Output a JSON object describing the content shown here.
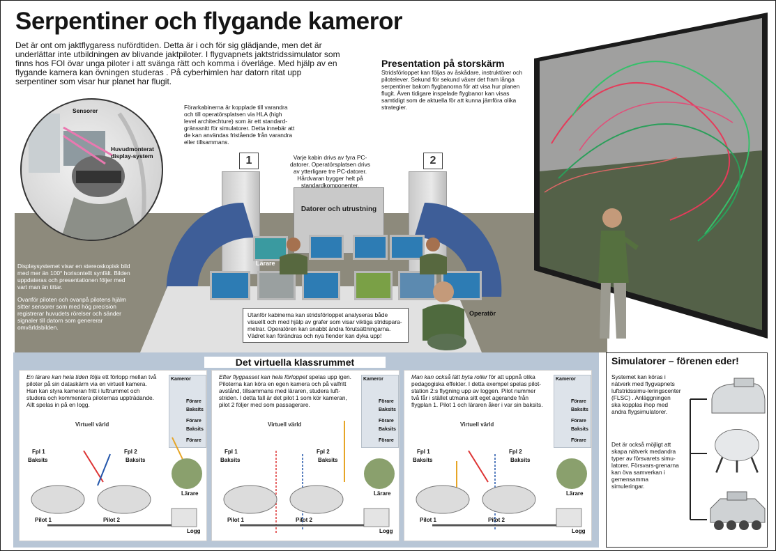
{
  "title": "Serpentiner och flygande kameror",
  "intro": "Det är ont om jaktflygaress nufördtiden. Detta är i och för sig glädjande, men det är underlättar inte utbildningen av blivande jaktpiloter. I flygvapnets jaktstridssimulator som finns hos FOI övar unga piloter i att svänga rätt och komma i överläge. Med hjälp av en flygande kamera kan övningen studeras . På cyberhimlen har datorn ritat upp serpentiner som visar hur planet har flugit.",
  "labels": {
    "sensorer": "Sensorer",
    "hmd": "Huvudmonterat display-system",
    "larare": "Lärare",
    "operator": "Operatör",
    "datorer": "Datorer och utrustning",
    "num1": "1",
    "num2": "2"
  },
  "texts": {
    "hla": "Förarkabinerna är kopplade till varandra och till operatörsplatsen via HLA (high level architechture) som är ett standard-gränssnitt för simulatorer. Detta innebär att de kan användas fristående från varandra eller tillsammans.",
    "pc": "Varje kabin drivs av fyra PC-datorer. Operatörsplatsen drivs av ytterligare tre PC-datorer. Hårdvaran bygger helt på standardkomponenter.",
    "display1": "Displaysystemet visar en stereoskopisk bild med mer än 100° horisontellt synfält. Bilden uppdateras och presentationen följer med vart man än tittar.",
    "display2": "Ovanför piloten och ovanpå pilotens hjälm sitter sensorer som med hög precision registrerar huvudets rörelser och sänder signaler till datorn som genererar omvärldsbilden.",
    "utanfor": "Utanför kabinerna kan stridsförloppet analyseras både visuellt och med hjälp av grafer som visar viktiga stridspara-metrar. Operatören kan snabbt ändra förutsättningarna. Vädret kan förändras och nya fiender kan dyka upp!"
  },
  "presentation": {
    "title": "Presentation på storskärm",
    "text": "Stridsförloppet kan följas av åskådare, instruktörer och pilotelever.  Sekund för sekund växer det fram långa serpentiner bakom flygbanorna för att visa hur planen flugit. Även tidigare inspelade flygbanor kan visas samtidigt som de aktuella för att kunna jämföra olika strategier."
  },
  "classroom": {
    "title": "Det virtuella klassrummet",
    "panels": [
      {
        "lead": "En lärare kan hela tiden följa",
        "text": " ett förlopp mellan två piloter på sin dataskärm via en virtuell kamera. Han kan styra kameran fritt i luftrummet och studera och kommentera piloternas uppträdande. Allt spelas in på en logg."
      },
      {
        "lead": "Efter flygpasset kan hela förloppet",
        "text": " spelas upp igen. Piloterna kan köra en egen kamera och på valfritt avstånd, tillsammans med läraren, studera luft-striden. I detta fall är det pilot 1 som kör kameran, pilot 2 följer med som passagerare."
      },
      {
        "lead": "Man kan också lätt byta roller",
        "text": " för att uppnå olika pedagogiska effekter. I detta exempel spelas pilot-station 2:s flygning upp av loggen. Pilot nummer två får i stället utmana sitt eget agerande från flygplan 1. Pilot 1 och läraren åker i var sin baksits."
      }
    ],
    "kameror": "Kameror",
    "forare": "Förare",
    "baksits": "Baksits",
    "virtuell": "Virtuell värld",
    "fp1": "Fpl 1",
    "fp2": "Fpl 2",
    "pilot1": "Pilot 1",
    "pilot2": "Pilot 2",
    "larare": "Lärare",
    "logg": "Logg"
  },
  "sim": {
    "title": "Simulatorer – förenen eder!",
    "text1": "Systemet kan köras i nätverk med flygvapnets luftstridssimu-leringscenter (FLSC) . Anläggningen ska kopplas ihop med andra flygsimulatorer.",
    "text2": "Det är också möjligt att skapa nätverk medandra typer av försvarets simu-latorer. Försvars-grenarna kan öva samverkan i gemensamma simuleringar."
  },
  "colors": {
    "blue_bg": "#b8c6d6",
    "floor": "#8d8a7c",
    "red": "#d33",
    "blue": "#2255aa",
    "amber": "#e6a526"
  }
}
